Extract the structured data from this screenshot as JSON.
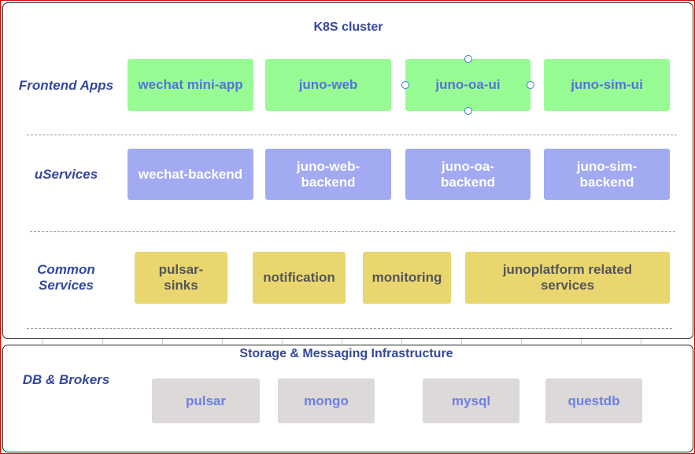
{
  "k8s": {
    "title": "K8S cluster",
    "rows": {
      "frontend": {
        "label": "Frontend Apps",
        "items": [
          "wechat mini-app",
          "juno-web",
          "juno-oa-ui",
          "juno-sim-ui"
        ]
      },
      "uservices": {
        "label": "uServices",
        "items": [
          "wechat-backend",
          "juno-web-backend",
          "juno-oa-backend",
          "juno-sim-backend"
        ]
      },
      "common": {
        "label": "Common Services",
        "items": [
          "pulsar-sinks",
          "notification",
          "monitoring",
          "junoplatform related services"
        ]
      }
    }
  },
  "infra": {
    "title": "Storage & Messaging Infrastructure",
    "row": {
      "label": "DB & Brokers",
      "items": [
        "pulsar",
        "mongo",
        "mysql",
        "questdb"
      ]
    }
  },
  "colors": {
    "title_text": "#34489a",
    "frontend_fill": "#98fc94",
    "frontend_text": "#5471e3",
    "uservice_fill": "#a2aaf2",
    "common_fill": "#e9d66f",
    "db_fill": "#ddd9d8",
    "selection_handle": "#2a7ad8",
    "outer_frame": "#d40000"
  }
}
